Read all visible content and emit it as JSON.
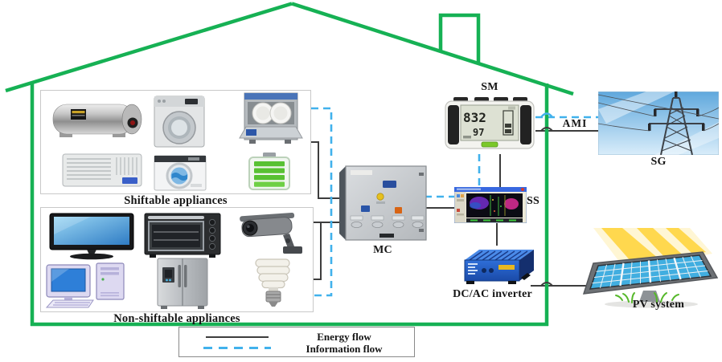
{
  "title": "Smart home energy management system diagram",
  "colors": {
    "house_green": "#16b154",
    "energy_line": "#3d3d3d",
    "information_line": "#41b1ec"
  },
  "labels": {
    "shiftable": "Shiftable appliances",
    "non_shiftable": "Non-shiftable appliances",
    "mc": "MC",
    "sm": "SM",
    "ss": "SS",
    "ami": "AMI",
    "sg": "SG",
    "inverter": "DC/AC inverter",
    "pv": "PV system"
  },
  "legend": {
    "energy": "Energy flow",
    "information": "Information flow"
  },
  "smart_meter": {
    "reading_main": "832",
    "reading_sub": "97"
  },
  "appliances": {
    "shiftable": [
      "water-heater",
      "tumble-dryer",
      "dishwasher",
      "air-conditioner",
      "washing-machine",
      "battery"
    ],
    "non_shiftable": [
      "tv",
      "oven",
      "security-camera",
      "desktop-computer",
      "refrigerator",
      "cfl-bulb"
    ]
  }
}
